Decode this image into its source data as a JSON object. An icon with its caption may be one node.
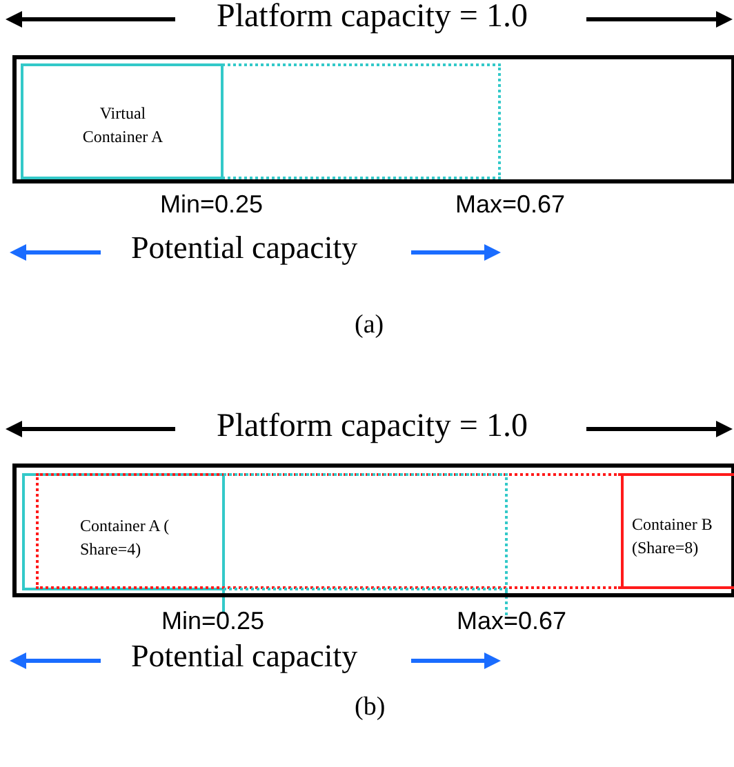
{
  "diagram": {
    "nodes": [
      {
        "text": [],
        "shape": "box"
      },
      {
        "text": [
          "Virtual Container A"
        ],
        "in": 0
      },
      {
        "text": [],
        "shape": "box",
        "in": 0
      },
      {
        "text": [],
        "shape": "box"
      },
      {
        "text": [
          "Container A ( Share=4)"
        ],
        "in": 3
      },
      {
        "text": [],
        "shape": "box",
        "in": 6
      },
      {
        "text": [],
        "shape": "box",
        "in": 3
      },
      {
        "text": [
          "Container B (Share=8)"
        ],
        "in": 3
      }
    ],
    "labels": [
      "Platform capacity = 1.0",
      "Min=0.25",
      "Max=0.67",
      "Potential capacity",
      "(a)",
      "Platform capacity = 1.0",
      "Min=0.25",
      "Max=0.67",
      "Potential capacity",
      "(b)"
    ]
  }
}
